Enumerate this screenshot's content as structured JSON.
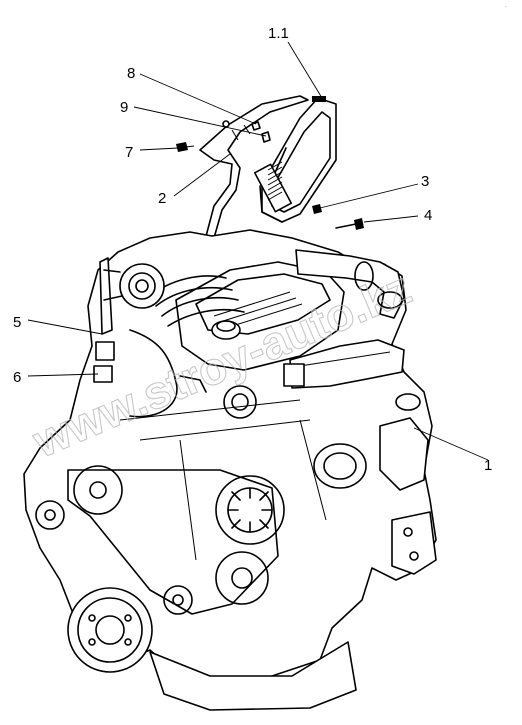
{
  "diagram": {
    "callouts": [
      {
        "id": "1.1",
        "label": "1.1"
      },
      {
        "id": "8",
        "label": "8"
      },
      {
        "id": "9",
        "label": "9"
      },
      {
        "id": "7",
        "label": "7"
      },
      {
        "id": "2",
        "label": "2"
      },
      {
        "id": "3",
        "label": "3"
      },
      {
        "id": "4",
        "label": "4"
      },
      {
        "id": "5",
        "label": "5"
      },
      {
        "id": "6",
        "label": "6"
      },
      {
        "id": "1",
        "label": "1"
      }
    ],
    "watermark": "www.stroy-auto.kz",
    "corner_note": "·"
  }
}
